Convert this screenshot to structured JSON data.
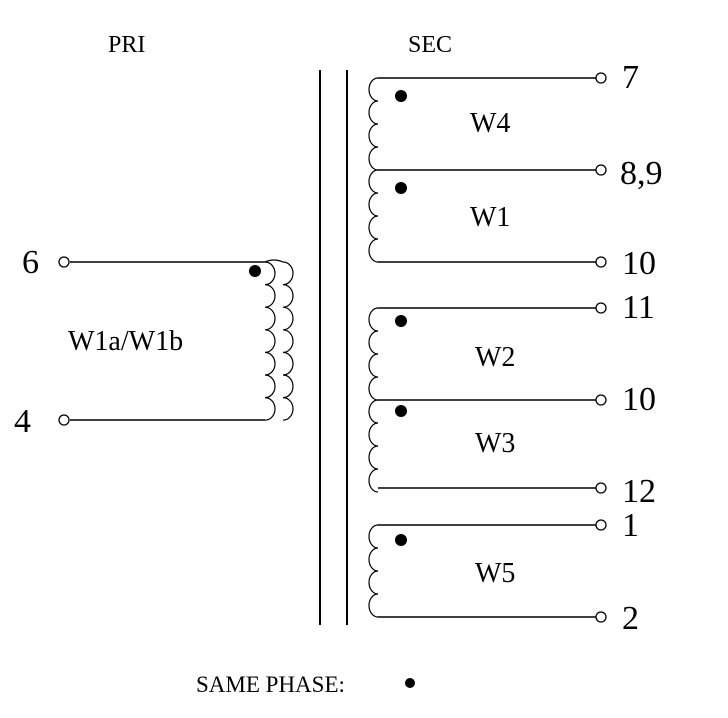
{
  "primary": {
    "header": "PRI",
    "winding_label": "W1a/W1b",
    "pins": [
      "6",
      "4"
    ]
  },
  "secondary": {
    "header": "SEC",
    "windings": [
      {
        "label": "W4",
        "top_pin": "7",
        "bottom_pin": "8,9"
      },
      {
        "label": "W1",
        "top_pin": "8,9",
        "bottom_pin": "10"
      },
      {
        "label": "W2",
        "top_pin": "11",
        "bottom_pin": "10"
      },
      {
        "label": "W3",
        "top_pin": "10",
        "bottom_pin": "12"
      },
      {
        "label": "W5",
        "top_pin": "1",
        "bottom_pin": "2"
      }
    ],
    "pins": [
      "7",
      "8,9",
      "10",
      "11",
      "10",
      "12",
      "1",
      "2"
    ]
  },
  "legend": {
    "text": "SAME PHASE:"
  },
  "colors": {
    "line": "#000000",
    "background": "#ffffff"
  }
}
